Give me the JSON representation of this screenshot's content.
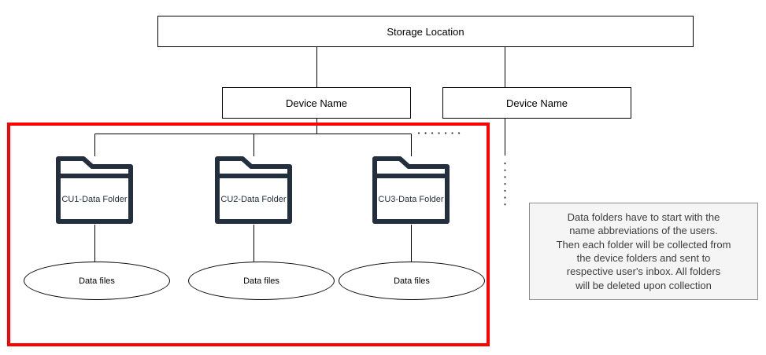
{
  "diagram": {
    "storage_box": {
      "label": "Storage Location"
    },
    "device_boxes": [
      {
        "label": "Device Name"
      },
      {
        "label": "Device Name"
      }
    ],
    "folders": [
      {
        "label": "CU1-Data Folder"
      },
      {
        "label": "CU2-Data Folder"
      },
      {
        "label": "CU3-Data Folder"
      }
    ],
    "data_files": [
      {
        "label": "Data files"
      },
      {
        "label": "Data files"
      },
      {
        "label": "Data files"
      }
    ],
    "note": {
      "text": "Data folders have to start with the\nname abbreviations of the users.\nThen each folder will be collected from\nthe device folders and sent to\nrespective user's inbox. All folders\nwill be deleted upon collection"
    },
    "colors": {
      "line": "#000000",
      "dotted_line": "#3a3a3a",
      "folder": "#232f3e",
      "highlight": "#ff0000",
      "note_background": "#f5f5f5",
      "note_border": "#8c8c8c",
      "note_text": "#3d3d3d"
    }
  }
}
